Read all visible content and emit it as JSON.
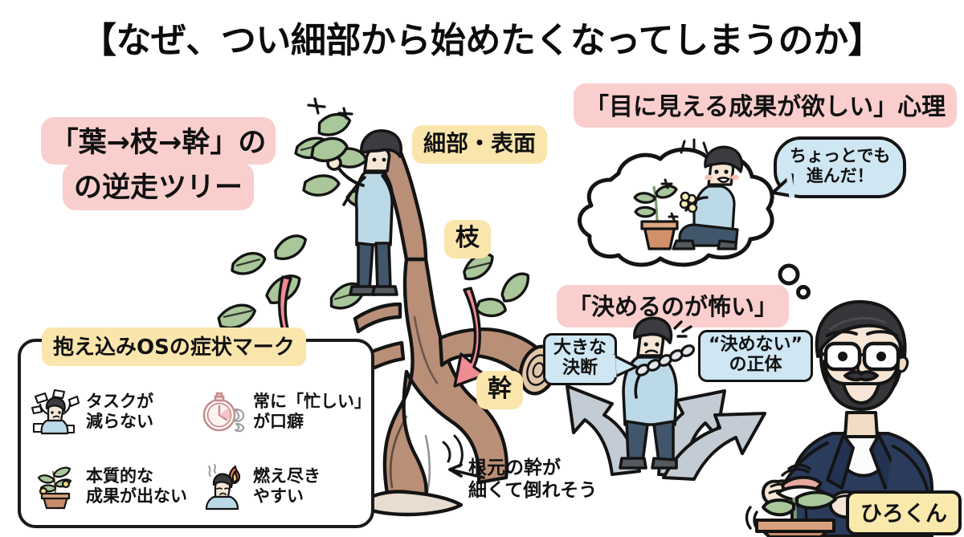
{
  "title": "【なぜ、つい細部から始めたくなってしまうのか】",
  "left_headline": {
    "line1": "「葉→枝→幹」の",
    "line2": "の逆走ツリー"
  },
  "tree_labels": {
    "detail": "細部・表面",
    "branch": "枝",
    "trunk": "幹"
  },
  "tree_note": {
    "line1": "根元の幹が",
    "line2": "細くて倒れそう"
  },
  "symptom_card": {
    "title": "抱え込みOSの症状マーク",
    "items": [
      {
        "icon": "stressed-person-papers-icon",
        "line1": "タスクが",
        "line2": "減らない"
      },
      {
        "icon": "stopwatch-icon",
        "line1": "常に「忙しい」",
        "line2": "が口癖"
      },
      {
        "icon": "potted-plant-icon",
        "line1": "本質的な",
        "line2": "成果が出ない"
      },
      {
        "icon": "burnout-person-flame-icon",
        "line1": "燃え尽き",
        "line2": "やすい"
      }
    ]
  },
  "psychology": {
    "headline": "「目に見える成果が欲しい」心理",
    "bubble": {
      "line1": "ちょっとでも",
      "line2": "進んだ！"
    }
  },
  "fear": {
    "headline": "「決めるのが怖い」",
    "left_box": {
      "line1": "大きな",
      "line2": "決断"
    },
    "right_box": {
      "line1": "“決めない”",
      "line2": "の正体"
    }
  },
  "nameplate": "ひろくん",
  "colors": {
    "pink": "#f9cdcd",
    "yellow": "#fae5ac",
    "blue": "#cfe4f2",
    "bark": "#b08a73",
    "bark_light": "#c9a891",
    "leaf": "#a9c79a",
    "arrow_red": "#ef8b92",
    "arrow_gray": "#c3cbd4",
    "ink": "#141414",
    "skin": "#f7e6d5",
    "hair": "#3a3a3e",
    "shirt_blue": "#bcd9e8",
    "pants": "#42566b",
    "blazer_navy": "#2a3b5c",
    "pot": "#c98b68"
  }
}
